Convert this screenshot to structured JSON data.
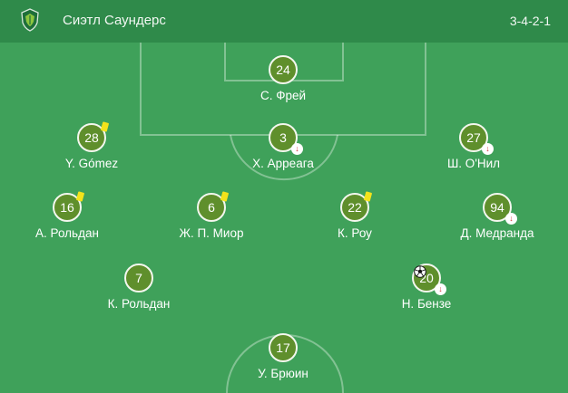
{
  "header": {
    "team_name": "Сиэтл Саундерс",
    "formation": "3-4-2-1",
    "logo_icon": "seattle-sounders-crest-icon"
  },
  "colors": {
    "pitch": "#3fa15a",
    "header": "#2f8a4a",
    "jersey": "#5f8f2c",
    "yellow_card": "#f4e31b",
    "sub_arrow": "#d23535"
  },
  "players": [
    {
      "number": "24",
      "name": "С. Фрей",
      "yellow_card": false,
      "substituted": false,
      "goal": false
    },
    {
      "number": "28",
      "name": "Y. Gómez",
      "yellow_card": true,
      "substituted": false,
      "goal": false
    },
    {
      "number": "3",
      "name": "Х. Арреага",
      "yellow_card": false,
      "substituted": true,
      "goal": false
    },
    {
      "number": "27",
      "name": "Ш. О'Нил",
      "yellow_card": false,
      "substituted": true,
      "goal": false
    },
    {
      "number": "16",
      "name": "А. Рольдан",
      "yellow_card": true,
      "substituted": false,
      "goal": false
    },
    {
      "number": "6",
      "name": "Ж. П. Миор",
      "yellow_card": true,
      "substituted": false,
      "goal": false
    },
    {
      "number": "22",
      "name": "К. Роу",
      "yellow_card": true,
      "substituted": false,
      "goal": false
    },
    {
      "number": "94",
      "name": "Д. Медранда",
      "yellow_card": false,
      "substituted": true,
      "goal": false
    },
    {
      "number": "7",
      "name": "К. Рольдан",
      "yellow_card": false,
      "substituted": false,
      "goal": false
    },
    {
      "number": "20",
      "name": "Н. Бензе",
      "yellow_card": false,
      "substituted": true,
      "goal": true
    },
    {
      "number": "17",
      "name": "У. Брюин",
      "yellow_card": false,
      "substituted": false,
      "goal": false
    }
  ]
}
